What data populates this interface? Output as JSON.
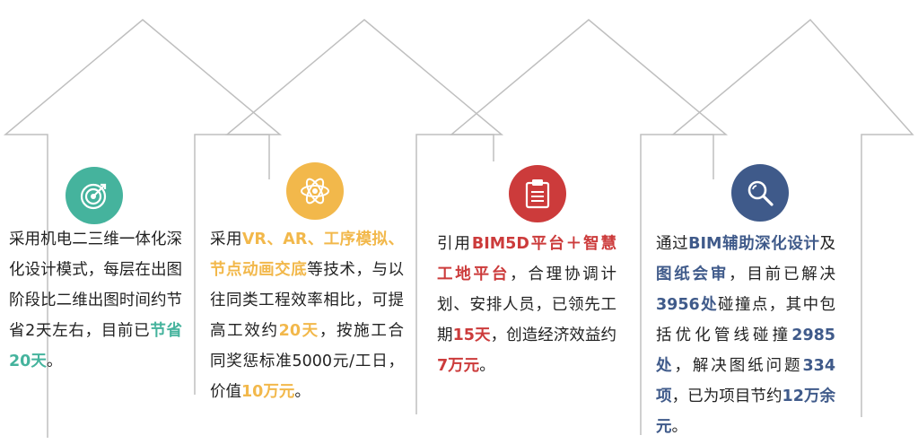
{
  "colors": {
    "arrow_stroke": "#bfbfbf",
    "teal": "#45b39d",
    "yellow": "#f2b84b",
    "red": "#cc3b3b",
    "navy": "#3f5a8a"
  },
  "panels": [
    {
      "icon": "target-icon",
      "color": "#45b39d",
      "text": [
        {
          "t": "采用机电二三维一体化深化设计模式，每层在出图阶段比二维出图时间约节省2天左右，目前已"
        },
        {
          "t": "节省20天",
          "hl": true
        },
        {
          "t": "。"
        }
      ]
    },
    {
      "icon": "atom-icon",
      "color": "#f2b84b",
      "text": [
        {
          "t": "采用"
        },
        {
          "t": "VR、AR、工序模拟、节点动画交底",
          "hl": true
        },
        {
          "t": "等技术，与以往同类工程效率相比，可提高工效约"
        },
        {
          "t": "20天",
          "hl": true
        },
        {
          "t": "，按施工合同奖惩标准5000元/工日，价值"
        },
        {
          "t": "10万元",
          "hl": true
        },
        {
          "t": "。"
        }
      ]
    },
    {
      "icon": "clipboard-icon",
      "color": "#cc3b3b",
      "text": [
        {
          "t": "引用"
        },
        {
          "t": "BIM5D平台＋智慧工地平台",
          "hl": true
        },
        {
          "t": "，合理协调计划、安排人员，已领先工期"
        },
        {
          "t": "15天",
          "hl": true
        },
        {
          "t": "，创造经济效益约"
        },
        {
          "t": "7万元",
          "hl": true
        },
        {
          "t": "。"
        }
      ]
    },
    {
      "icon": "magnifier-icon",
      "color": "#3f5a8a",
      "text": [
        {
          "t": "通过"
        },
        {
          "t": "BIM辅助深化设计",
          "hl": true
        },
        {
          "t": "及"
        },
        {
          "t": "图纸会审",
          "hl": true
        },
        {
          "t": "，目前已解决"
        },
        {
          "t": "3956处",
          "hl": true
        },
        {
          "t": "碰撞点，其中包括优化管线碰撞"
        },
        {
          "t": "2985处",
          "hl": true
        },
        {
          "t": "，解决图纸问题"
        },
        {
          "t": "334项",
          "hl": true
        },
        {
          "t": "，已为项目节约"
        },
        {
          "t": "12万余元",
          "hl": true
        },
        {
          "t": "。"
        }
      ]
    }
  ]
}
